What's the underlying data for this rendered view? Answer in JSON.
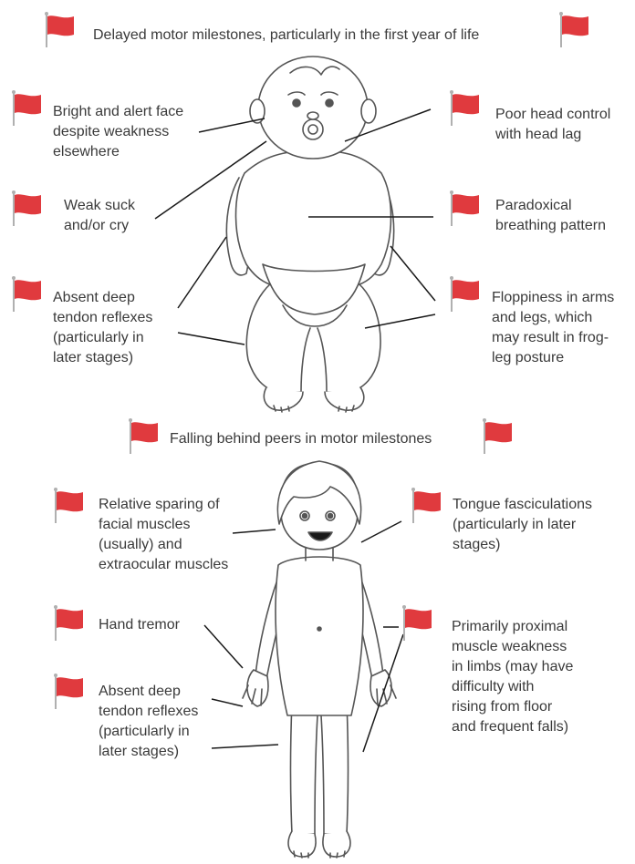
{
  "colors": {
    "flag": "#e03a3e",
    "pole": "#b0b0b0",
    "line": "#1a1a1a",
    "outline": "#555555",
    "text": "#3a3a3a"
  },
  "icons": {
    "flag": "red-flag-icon"
  },
  "infant": {
    "header": "Delayed motor milestones, particularly in the first year of life",
    "signs": {
      "alert_face": "Bright and alert face\ndespite weakness\nelsewhere",
      "weak_suck": "Weak suck\nand/or cry",
      "absent_reflexes": "Absent deep\ntendon reflexes\n(particularly in\nlater stages)",
      "head_control": "Poor head control\nwith head lag",
      "breathing": "Paradoxical\nbreathing pattern",
      "floppiness": "Floppiness in arms\nand legs, which\nmay result in frog-\nleg posture"
    }
  },
  "child": {
    "header": "Falling behind peers in motor milestones",
    "signs": {
      "facial_sparing": "Relative sparing of\nfacial muscles\n(usually) and\nextraocular muscles",
      "hand_tremor": "Hand tremor",
      "absent_reflexes": "Absent deep\ntendon reflexes\n(particularly in\nlater stages)",
      "tongue": "Tongue fasciculations\n(particularly in later\nstages)",
      "proximal_weakness": "Primarily proximal\nmuscle weakness\nin limbs (may have\ndifficulty with\nrising from floor\nand frequent falls)"
    }
  }
}
